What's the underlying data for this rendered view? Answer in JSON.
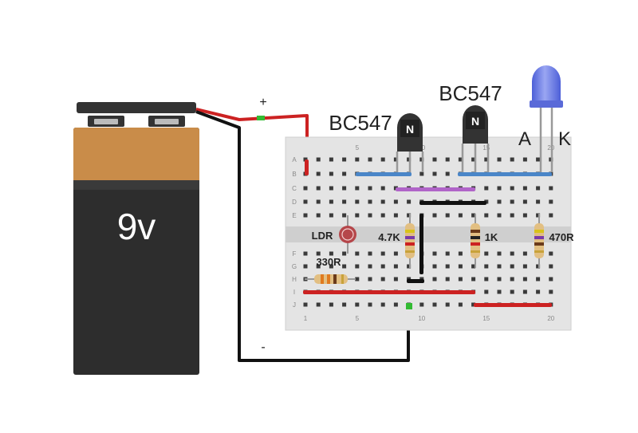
{
  "battery": {
    "label": "9v",
    "colors": {
      "top": "#c98c49",
      "bottom": "#2d2d2d",
      "terminal": "#333333"
    }
  },
  "polarity": {
    "positive": "+",
    "negative": "-"
  },
  "breadboard": {
    "row_letters": [
      "A",
      "B",
      "C",
      "D",
      "E",
      "F",
      "G",
      "H",
      "I",
      "J"
    ],
    "column_numbers_top": [
      "5",
      "10",
      "15",
      "20"
    ],
    "column_numbers_bottom": [
      "1",
      "5",
      "10",
      "15",
      "20"
    ],
    "colors": {
      "board": "#e4e4e4",
      "hole": "#3a3a3a",
      "connected": "#33bb33"
    }
  },
  "transistors": [
    {
      "label": "BC547",
      "marking": "N"
    },
    {
      "label": "BC547",
      "marking": "N"
    }
  ],
  "led": {
    "anode_label": "A",
    "cathode_label": "K",
    "color": "#6f7ee8"
  },
  "components": {
    "ldr": "LDR",
    "r1": "330R",
    "r2": "4.7K",
    "r3": "1K",
    "r4": "470R"
  },
  "wires": {
    "red": "#cc2222",
    "black": "#111111",
    "blue": "#4a86c8",
    "magenta": "#b064c8"
  }
}
